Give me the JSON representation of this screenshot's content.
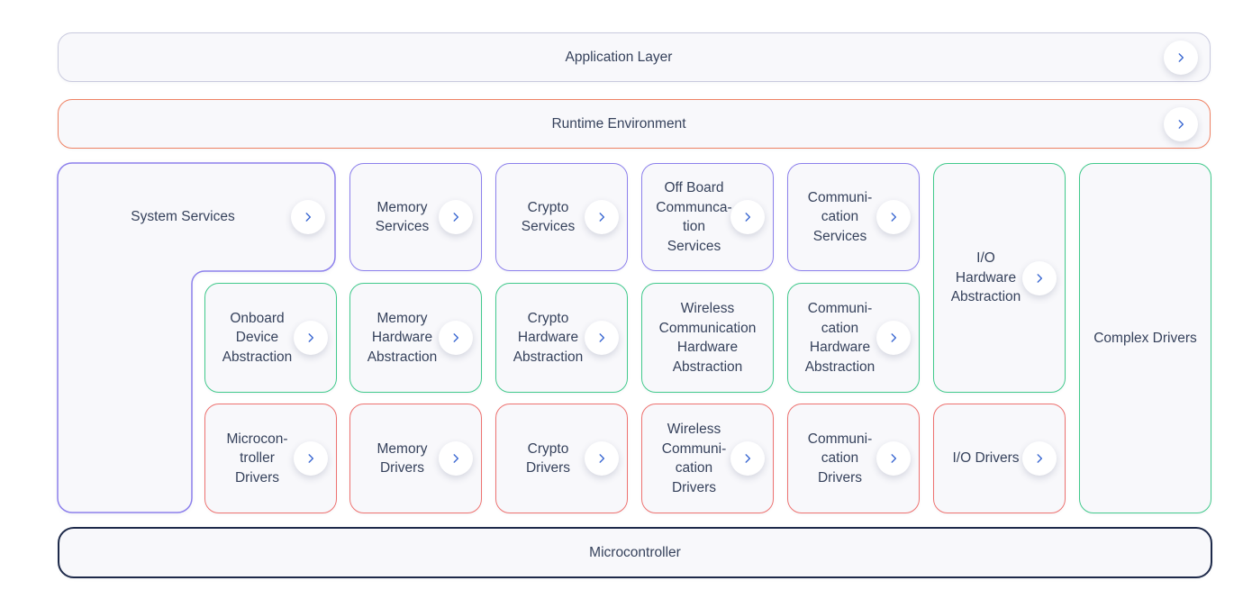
{
  "title": "Layered software architecture diagram",
  "colors": {
    "page_bg": "#ffffff",
    "box_fill": "#f8f8fb",
    "text": "#36425c",
    "chevron_blue": "#3c69d2",
    "application_border": "#c9cade",
    "runtime_border": "#ef8264",
    "services_purple": "#8d80ec",
    "hardware_green": "#42ca8c",
    "drivers_red": "#ee7270",
    "microcontroller_border": "#1e2a4a"
  },
  "icons": {
    "chevron_right": "›"
  },
  "top_bars": {
    "application_layer": {
      "label": "Application Layer",
      "has_chevron": true
    },
    "runtime_environment": {
      "label": "Runtime Environment",
      "has_chevron": true
    }
  },
  "bottom_bar": {
    "microcontroller": {
      "label": "Microcontroller",
      "has_chevron": false
    }
  },
  "blocks": [
    {
      "name": "system-services",
      "label": "System Services",
      "group": "services",
      "has_chevron": true
    },
    {
      "name": "memory-services",
      "label": "Memory\nServices",
      "group": "services",
      "has_chevron": true
    },
    {
      "name": "crypto-services",
      "label": "Crypto\nServices",
      "group": "services",
      "has_chevron": true
    },
    {
      "name": "off-board-communication-services",
      "label": "Off Board\nCommunca-\ntion\nServices",
      "group": "services",
      "has_chevron": true
    },
    {
      "name": "communication-services",
      "label": "Communi-\ncation\nServices",
      "group": "services",
      "has_chevron": true
    },
    {
      "name": "io-hardware-abstraction",
      "label": "I/O\nHardware\nAbstraction",
      "group": "hardware-abstraction",
      "has_chevron": true
    },
    {
      "name": "complex-drivers",
      "label": "Complex Drivers",
      "group": "hardware-abstraction",
      "has_chevron": false
    },
    {
      "name": "onboard-device-abstraction",
      "label": "Onboard\nDevice\nAbstraction",
      "group": "hardware-abstraction",
      "has_chevron": true
    },
    {
      "name": "memory-hardware-abstraction",
      "label": "Memory\nHardware\nAbstraction",
      "group": "hardware-abstraction",
      "has_chevron": true
    },
    {
      "name": "crypto-hardware-abstraction",
      "label": "Crypto\nHardware\nAbstraction",
      "group": "hardware-abstraction",
      "has_chevron": true
    },
    {
      "name": "wireless-communication-hardware-abstraction",
      "label": "Wireless\nCommunication\nHardware\nAbstraction",
      "group": "hardware-abstraction",
      "has_chevron": false
    },
    {
      "name": "communication-hardware-abstraction",
      "label": "Communi-\ncation\nHardware\nAbstraction",
      "group": "hardware-abstraction",
      "has_chevron": true
    },
    {
      "name": "microcontroller-drivers",
      "label": "Microcon-\ntroller\nDrivers",
      "group": "drivers",
      "has_chevron": true
    },
    {
      "name": "memory-drivers",
      "label": "Memory\nDrivers",
      "group": "drivers",
      "has_chevron": true
    },
    {
      "name": "crypto-drivers",
      "label": "Crypto\nDrivers",
      "group": "drivers",
      "has_chevron": true
    },
    {
      "name": "wireless-communication-drivers",
      "label": "Wireless\nCommuni-\ncation\nDrivers",
      "group": "drivers",
      "has_chevron": true
    },
    {
      "name": "communication-drivers",
      "label": "Communi-\ncation\nDrivers",
      "group": "drivers",
      "has_chevron": true
    },
    {
      "name": "io-drivers",
      "label": "I/O Drivers",
      "group": "drivers",
      "has_chevron": true
    }
  ]
}
